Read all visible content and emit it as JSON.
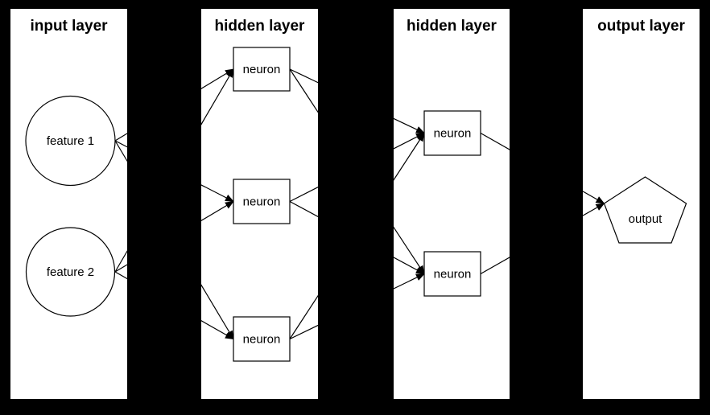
{
  "diagram": {
    "type": "feedforward-neural-network",
    "colors": {
      "background": "#000000",
      "panel_fill": "#ffffff",
      "stroke": "#000000",
      "text": "#000000"
    },
    "layers": [
      {
        "title": "input layer",
        "nodes": [
          {
            "id": "feature1",
            "shape": "circle",
            "label": "feature 1"
          },
          {
            "id": "feature2",
            "shape": "circle",
            "label": "feature 2"
          }
        ]
      },
      {
        "title": "hidden layer",
        "nodes": [
          {
            "id": "h1n1",
            "shape": "rect",
            "label": "neuron"
          },
          {
            "id": "h1n2",
            "shape": "rect",
            "label": "neuron"
          },
          {
            "id": "h1n3",
            "shape": "rect",
            "label": "neuron"
          }
        ]
      },
      {
        "title": "hidden layer",
        "nodes": [
          {
            "id": "h2n1",
            "shape": "rect",
            "label": "neuron"
          },
          {
            "id": "h2n2",
            "shape": "rect",
            "label": "neuron"
          }
        ]
      },
      {
        "title": "output layer",
        "nodes": [
          {
            "id": "output",
            "shape": "pentagon",
            "label": "output"
          }
        ]
      }
    ],
    "edges": [
      {
        "from": "feature1",
        "to": "h1n1"
      },
      {
        "from": "feature1",
        "to": "h1n2"
      },
      {
        "from": "feature1",
        "to": "h1n3"
      },
      {
        "from": "feature2",
        "to": "h1n1"
      },
      {
        "from": "feature2",
        "to": "h1n2"
      },
      {
        "from": "feature2",
        "to": "h1n3"
      },
      {
        "from": "h1n1",
        "to": "h2n1"
      },
      {
        "from": "h1n1",
        "to": "h2n2"
      },
      {
        "from": "h1n2",
        "to": "h2n1"
      },
      {
        "from": "h1n2",
        "to": "h2n2"
      },
      {
        "from": "h1n3",
        "to": "h2n1"
      },
      {
        "from": "h1n3",
        "to": "h2n2"
      },
      {
        "from": "h2n1",
        "to": "output"
      },
      {
        "from": "h2n2",
        "to": "output"
      }
    ]
  }
}
